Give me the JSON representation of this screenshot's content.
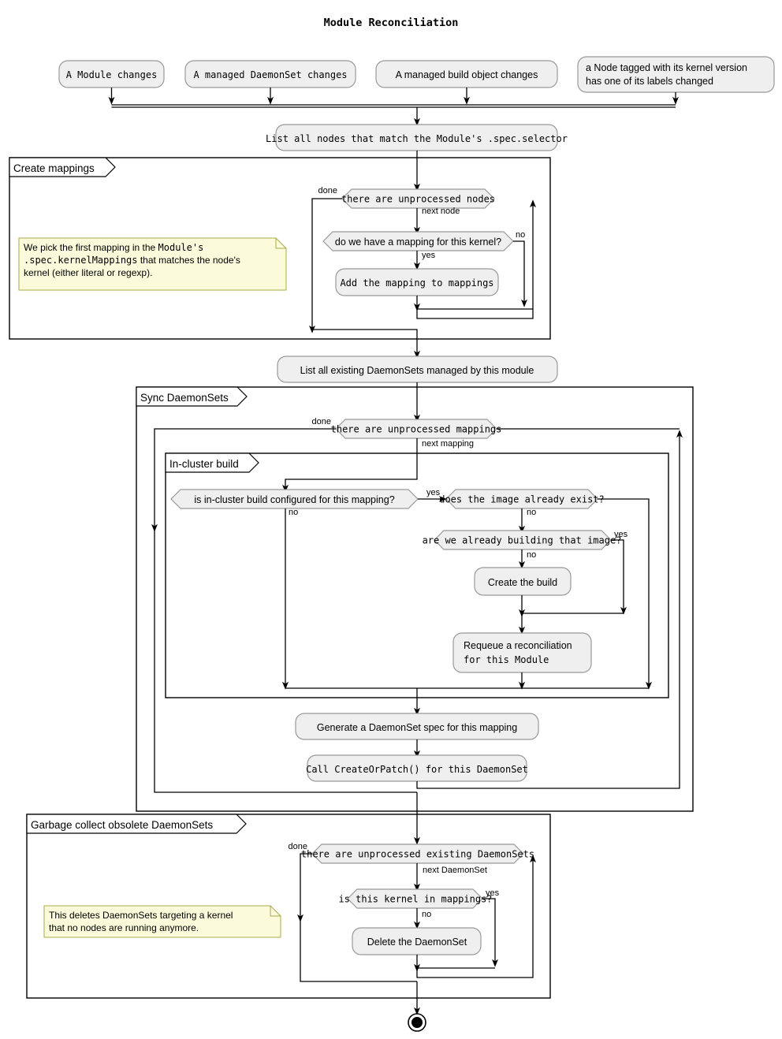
{
  "diagram": {
    "title": "Module Reconciliation",
    "type": "activity-flowchart",
    "start_events": [
      {
        "id": "ev1",
        "label": "A Module changes",
        "font": "mono"
      },
      {
        "id": "ev2",
        "label": "A managed DaemonSet changes",
        "font": "mono"
      },
      {
        "id": "ev3",
        "label": "A managed build object changes",
        "font": "sans"
      },
      {
        "id": "ev4",
        "label_line1": "a Node tagged with its kernel version",
        "label_line2": "has one of its labels changed",
        "font": "sans"
      }
    ],
    "actions": {
      "list_nodes": "List all nodes that match the Module's .spec.selector",
      "add_mapping": "Add the mapping to mappings",
      "list_daemonsets": "List all existing DaemonSets managed by this module",
      "create_build": "Create the build",
      "requeue_line1": "Requeue a reconciliation",
      "requeue_line2": "for this Module",
      "generate_spec": "Generate a DaemonSet spec for this mapping",
      "create_or_patch": "Call CreateOrPatch() for this DaemonSet",
      "delete_daemonset": "Delete the DaemonSet"
    },
    "decisions": {
      "unprocessed_nodes": "there are unprocessed nodes",
      "have_mapping": "do we have a mapping for this kernel?",
      "unprocessed_mappings": "there are unprocessed mappings",
      "in_cluster_build": "is in-cluster build configured for this mapping?",
      "image_exists": "does the image already exist?",
      "already_building": "are we already building that image?",
      "unprocessed_existing_daemonsets": "there are unprocessed existing DaemonSets",
      "kernel_in_mappings": "is this kernel in mappings?"
    },
    "edge_labels": {
      "done_nodes": "done",
      "next_node": "next node",
      "yes_mapping": "yes",
      "no_mapping": "no",
      "done_mappings": "done",
      "next_mapping": "next mapping",
      "yes_build": "yes",
      "no_build": "no",
      "no_image": "no",
      "yes_building": "yes",
      "no_building": "no",
      "done_daemonsets": "done",
      "next_daemonset": "next DaemonSet",
      "yes_kernel": "yes",
      "no_kernel": "no"
    },
    "partitions": [
      {
        "id": "create-mappings",
        "label": "Create mappings"
      },
      {
        "id": "sync-daemonsets",
        "label": "Sync DaemonSets"
      },
      {
        "id": "in-cluster-build",
        "label": "In-cluster build"
      },
      {
        "id": "garbage-collect",
        "label": "Garbage collect obsolete DaemonSets"
      }
    ],
    "notes": [
      {
        "id": "note-mappings",
        "lines": [
          [
            {
              "t": "We pick the first mapping in the ",
              "f": "sans"
            },
            {
              "t": "Module's",
              "f": "mono"
            }
          ],
          [
            {
              "t": ".spec.kernelMappings",
              "f": "mono"
            },
            {
              "t": " that matches the node's",
              "f": "sans"
            }
          ],
          [
            {
              "t": "kernel (either literal or regexp).",
              "f": "sans"
            }
          ]
        ]
      },
      {
        "id": "note-gc",
        "lines": [
          [
            {
              "t": "This deletes DaemonSets targeting a kernel",
              "f": "sans"
            }
          ],
          [
            {
              "t": "that no nodes are running anymore.",
              "f": "sans"
            }
          ]
        ]
      }
    ],
    "colors": {
      "node_fill": "#EFEFEF",
      "node_stroke": "#999999",
      "note_fill": "#FBFBDB",
      "note_stroke": "#A9A948",
      "line": "#000000",
      "background": "#FFFFFF"
    },
    "end_marker": "final-node"
  }
}
